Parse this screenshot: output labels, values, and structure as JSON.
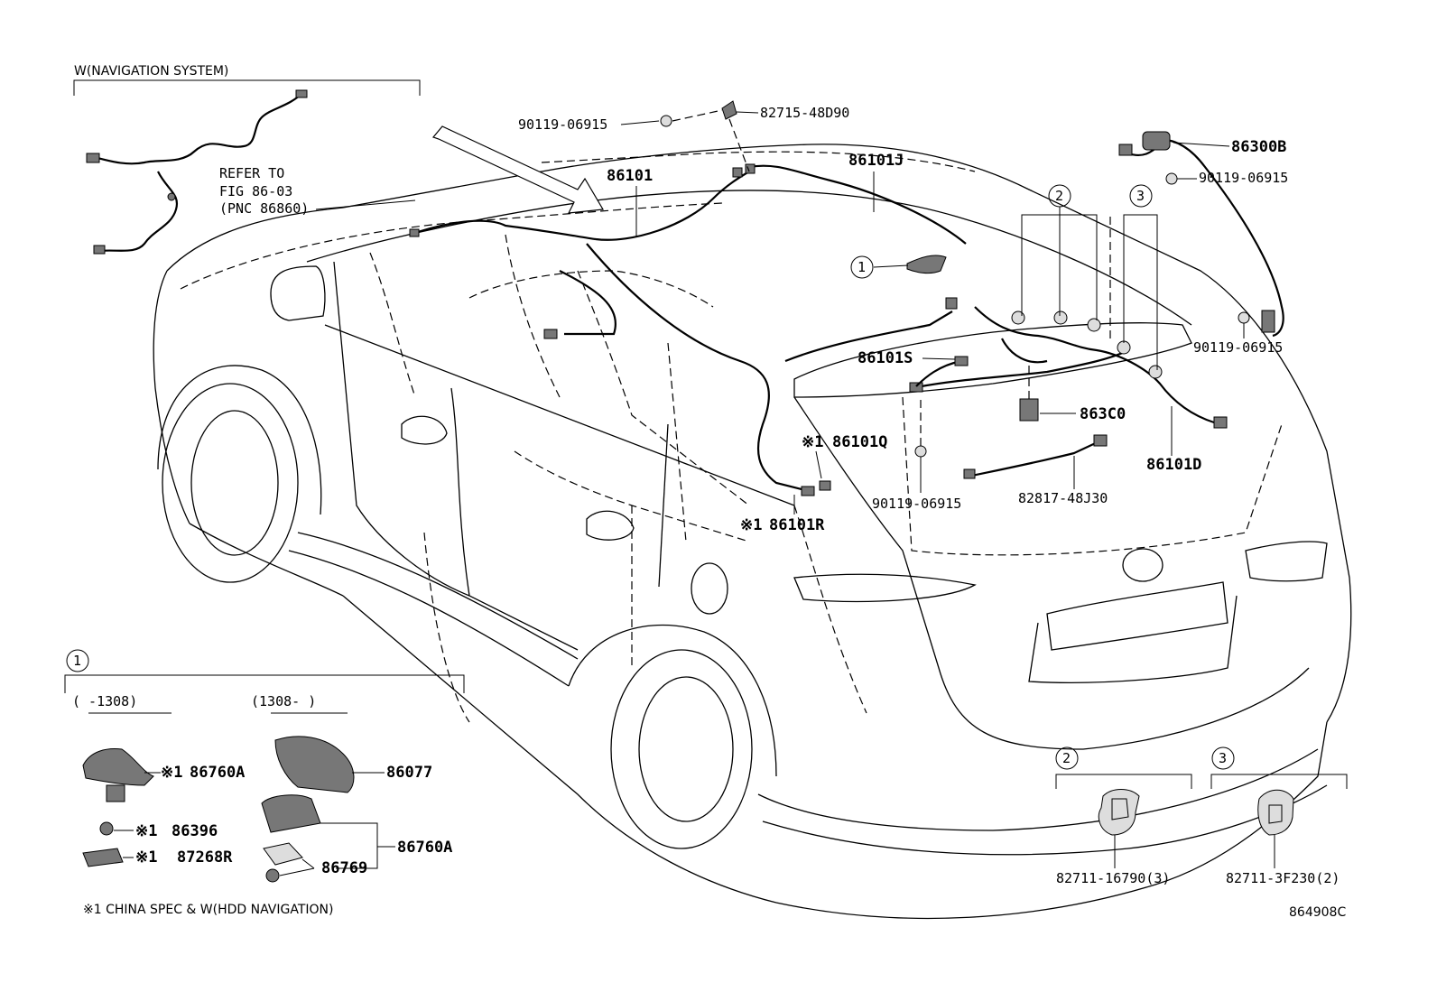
{
  "header": {
    "section_title": "W(NAVIGATION SYSTEM)",
    "refer_lines": [
      "REFER TO",
      "FIG 86-03",
      "(PNC 86860)"
    ]
  },
  "parts": {
    "p90119_a": "90119-06915",
    "p82715": "82715-48D90",
    "p86101": "86101",
    "p86101J": "86101J",
    "p86300B": "86300B",
    "p90119_b": "90119-06915",
    "p90119_c": "90119-06915",
    "p86101S": "86101S",
    "p863C0": "863C0",
    "p86101Q": "86101Q",
    "p86101R": "86101R",
    "p90119_d": "90119-06915",
    "p82817": "82817-48J30",
    "p86101D": "86101D",
    "p86760A_a": "86760A",
    "p86077": "86077",
    "p86396": "86396",
    "p87268R": "87268R",
    "p86760A_b": "86760A",
    "p86769": "86769",
    "p82711_a": "82711-16790(3)",
    "p82711_b": "82711-3F230(2)"
  },
  "markers": {
    "china_mark": "※1",
    "c1": "1",
    "c2": "2",
    "c3": "3"
  },
  "insets": {
    "date_before": "(     -1308)",
    "date_after": "(1308-      )"
  },
  "footnote": "※1 CHINA SPEC & W(HDD NAVIGATION)",
  "figure_code": "864908C"
}
